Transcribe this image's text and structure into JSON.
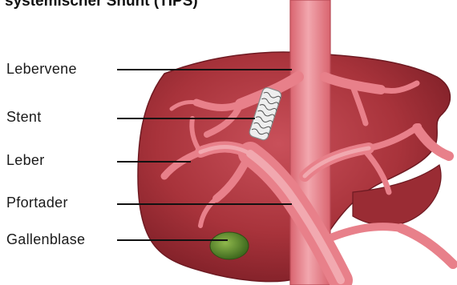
{
  "title": "systemischer Shunt (TIPS)",
  "labels": {
    "lebervene": "Lebervene",
    "stent": "Stent",
    "leber": "Leber",
    "pfortader": "Pfortader",
    "gallenblase": "Gallenblase"
  },
  "colors": {
    "liver": "#a8333b",
    "liver_dark": "#7e1f27",
    "vessel": "#e8808a",
    "vessel_light": "#f2a7ae",
    "gallbladder": "#5e8a2c",
    "line": "#111111"
  }
}
